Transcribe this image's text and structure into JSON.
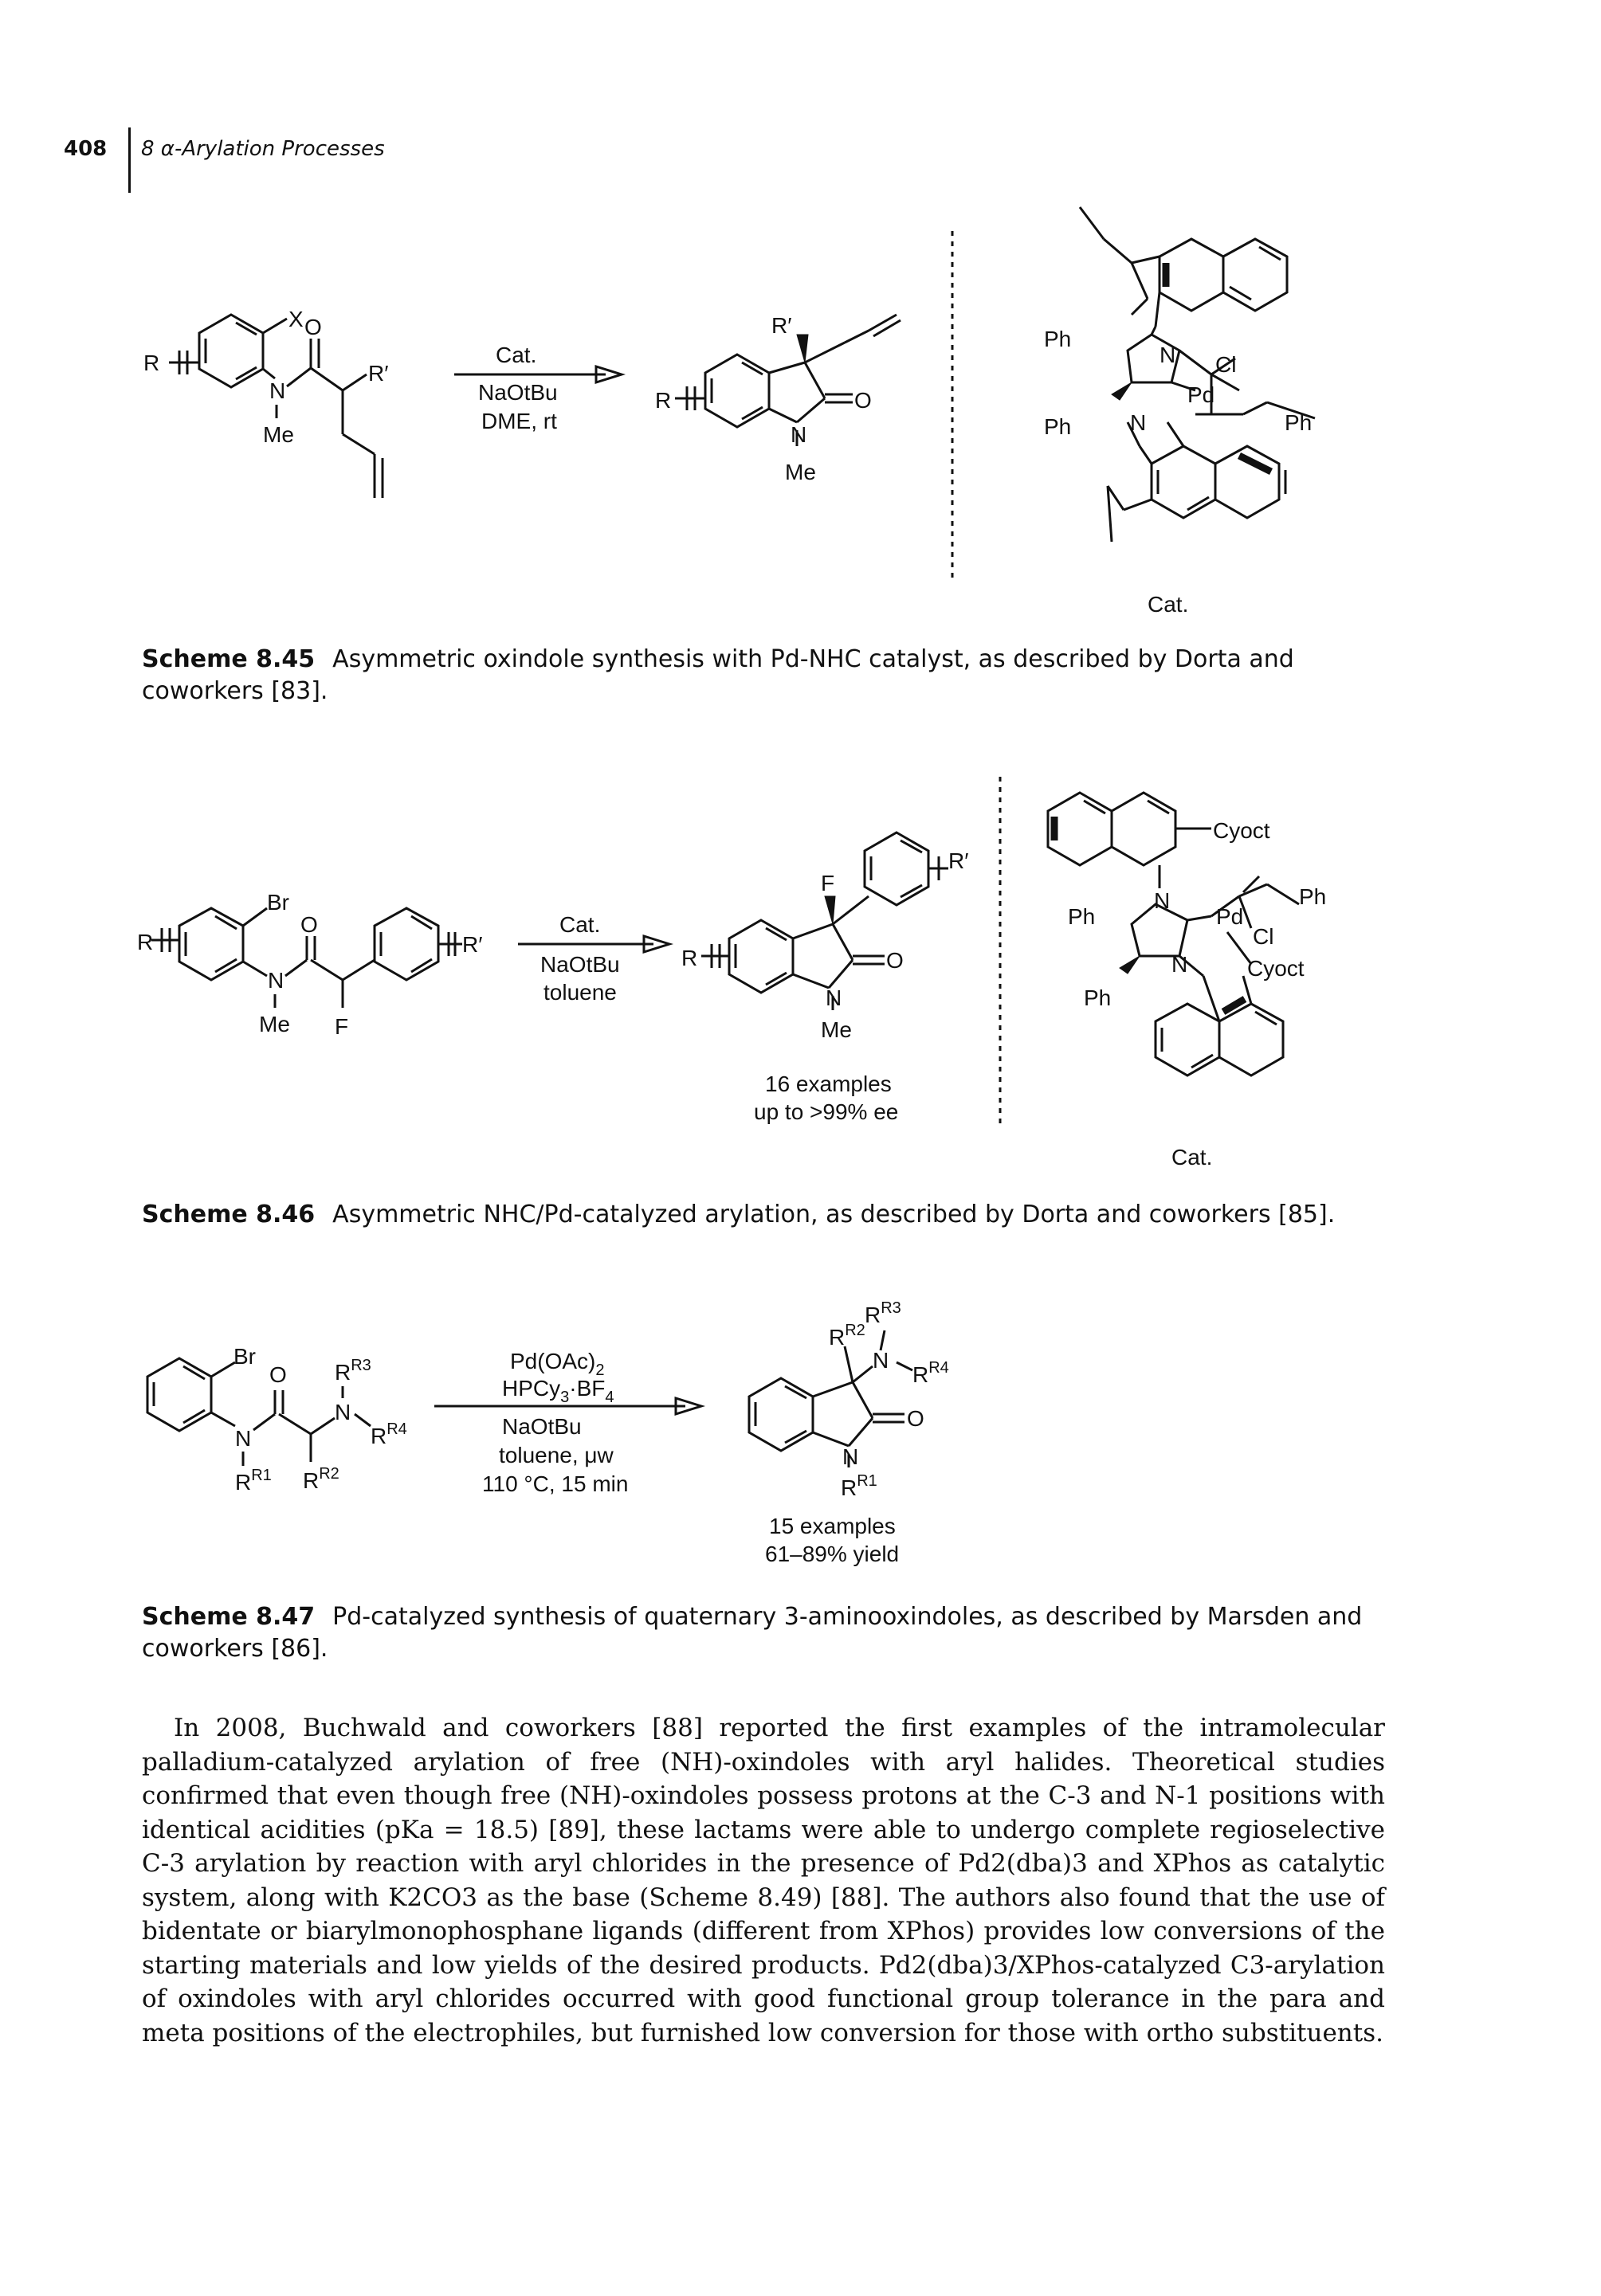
{
  "header": {
    "page_number": "408",
    "chapter": "8  α-Arylation Processes"
  },
  "scheme_45": {
    "caption_label": "Scheme 8.45",
    "caption_text": "Asymmetric oxindole synthesis with Pd-NHC catalyst, as described by Dorta and coworkers [83].",
    "reagents": [
      "Cat.",
      "NaOtBu",
      "DME, rt"
    ],
    "catalyst_label": "Cat.",
    "atom_labels": {
      "X": "X",
      "R": "R",
      "R_prime": "R′",
      "O": "O",
      "N": "N",
      "Me": "Me",
      "Ph": "Ph",
      "Pd": "Pd",
      "Cl": "Cl"
    }
  },
  "scheme_46": {
    "caption_label": "Scheme 8.46",
    "caption_text": "Asymmetric NHC/Pd-catalyzed arylation, as described by Dorta and coworkers [85].",
    "reagents": [
      "Cat.",
      "NaOtBu",
      "toluene"
    ],
    "result": [
      "16 examples",
      "up to >99% ee"
    ],
    "catalyst_label": "Cat.",
    "atom_labels": {
      "Br": "Br",
      "F": "F",
      "R": "R",
      "R_prime": "R′",
      "O": "O",
      "N": "N",
      "Me": "Me",
      "Ph": "Ph",
      "Pd": "Pd",
      "Cl": "Cl",
      "Cyoct": "Cyoct"
    }
  },
  "scheme_47": {
    "caption_label": "Scheme 8.47",
    "caption_text": "Pd-catalyzed synthesis of quaternary 3-aminooxindoles, as described by Marsden and coworkers [86].",
    "reagents_above": [
      "Pd(OAc)2",
      "HPCy3·BF4"
    ],
    "reagents_below": [
      "NaOtBu",
      "toluene, μw",
      "110 °C, 15 min"
    ],
    "result": [
      "15 examples",
      "61–89% yield"
    ],
    "atom_labels": {
      "Br": "Br",
      "O": "O",
      "N": "N",
      "R1": "R1",
      "R2": "R2",
      "R3": "R3",
      "R4": "R4"
    }
  },
  "body": {
    "paragraph": "In 2008, Buchwald and coworkers [88] reported the first examples of the intramolecular palladium-catalyzed arylation of free (NH)-oxindoles with aryl halides. Theoretical studies confirmed that even though free (NH)-oxindoles possess protons at the C-3 and N-1 positions with identical acidities (pKa = 18.5) [89], these lactams were able to undergo complete regioselective C-3 arylation by reaction with aryl chlorides in the presence of Pd2(dba)3 and XPhos as catalytic system, along with K2CO3 as the base (Scheme 8.49) [88]. The authors also found that the use of bidentate or biarylmonophosphane ligands (different from XPhos) provides low conversions of the starting materials and low yields of the desired products. Pd2(dba)3/XPhos-catalyzed C3-arylation of oxindoles with aryl chlorides occurred with good functional group tolerance in the para and meta positions of the electrophiles, but furnished low conversion for those with ortho substituents."
  }
}
